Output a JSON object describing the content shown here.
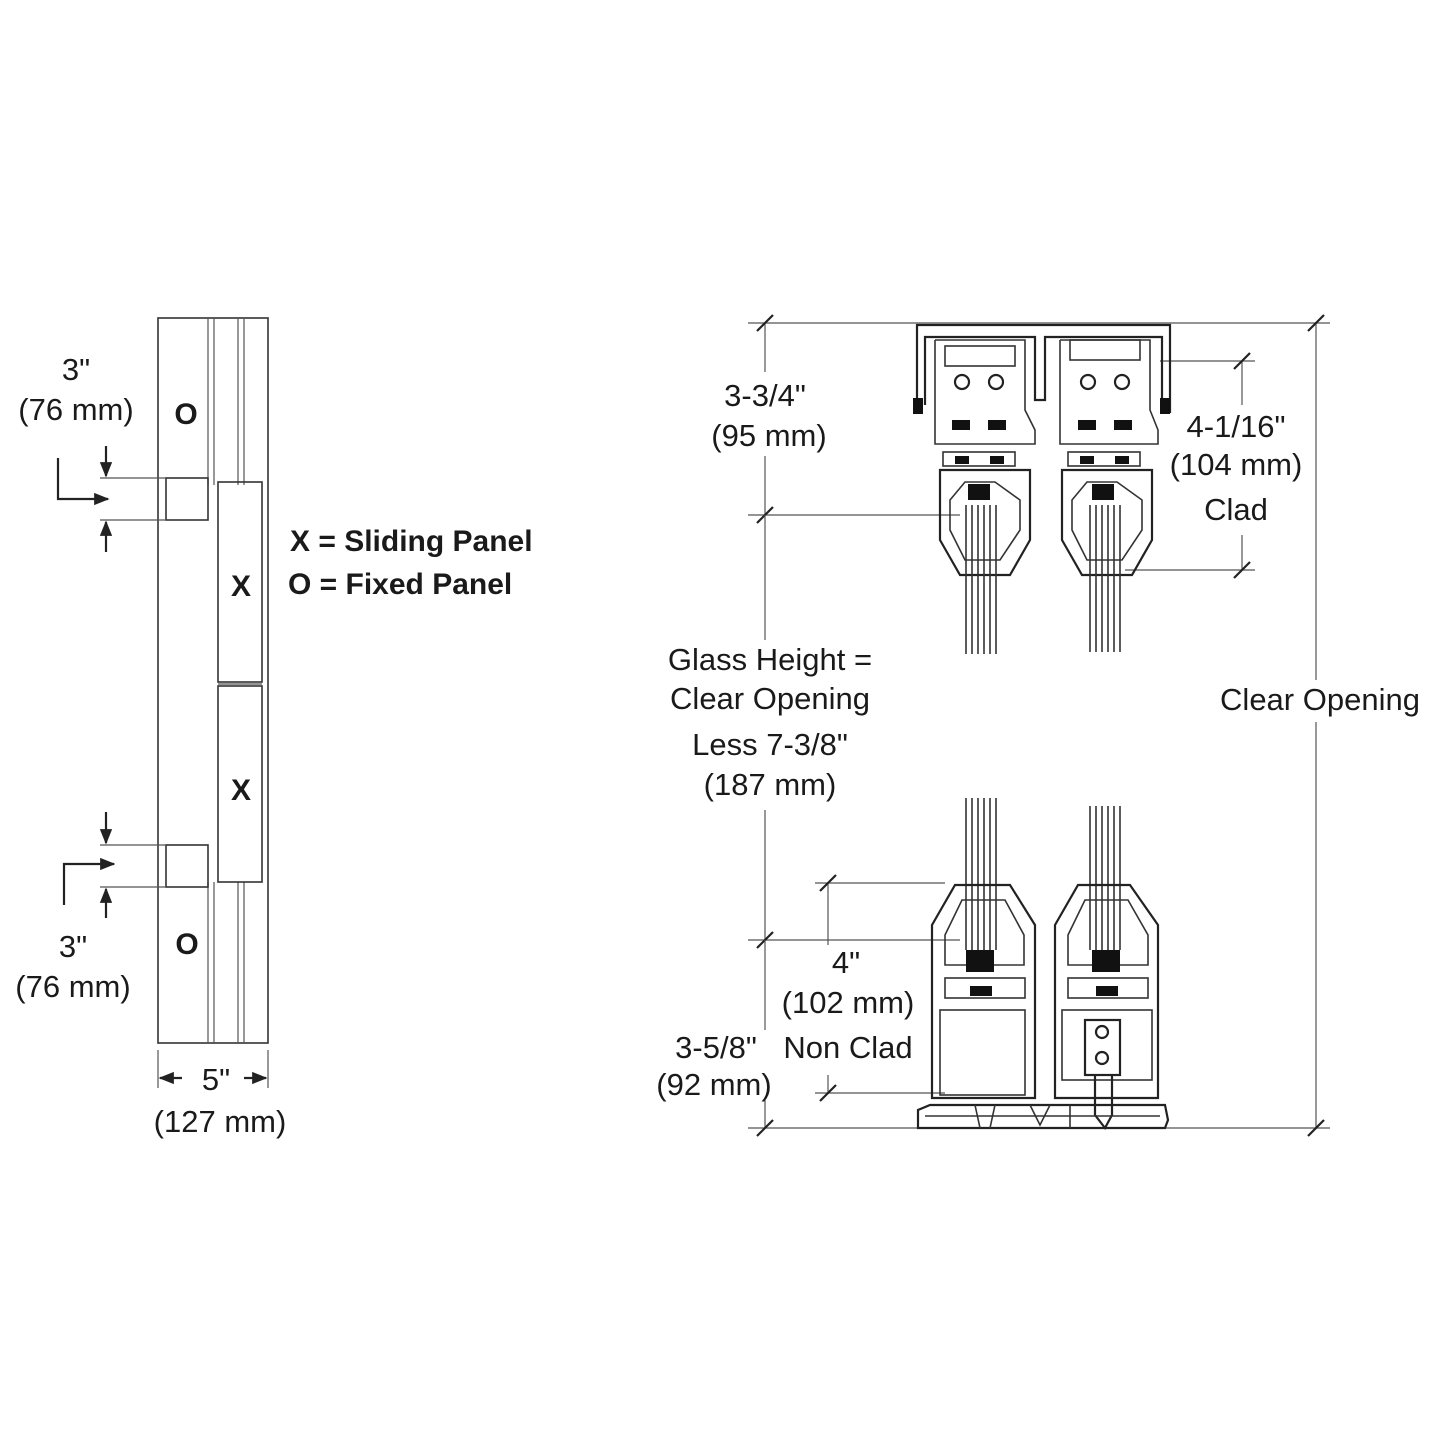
{
  "elevation": {
    "top_offset_in": "3\"",
    "top_offset_mm": "(76 mm)",
    "bottom_offset_in": "3\"",
    "bottom_offset_mm": "(76 mm)",
    "width_in": "5\"",
    "width_mm": "(127 mm)",
    "panel_marks": [
      "O",
      "X",
      "X",
      "O"
    ]
  },
  "legend": {
    "sliding": "X = Sliding Panel",
    "fixed": "O = Fixed Panel"
  },
  "section": {
    "header_in": "3-3/4\"",
    "header_mm": "(95 mm)",
    "clad_in": "4-1/16\"",
    "clad_mm": "(104 mm)",
    "clad_label": "Clad",
    "glass_line1": "Glass Height =",
    "glass_line2": "Clear Opening",
    "glass_line3": "Less 7-3/8\"",
    "glass_line4": "(187 mm)",
    "clear_opening": "Clear Opening",
    "nonclad_in": "4\"",
    "nonclad_mm": "(102 mm)",
    "nonclad_label": "Non Clad",
    "sill_in": "3-5/8\"",
    "sill_mm": "(92 mm)"
  }
}
